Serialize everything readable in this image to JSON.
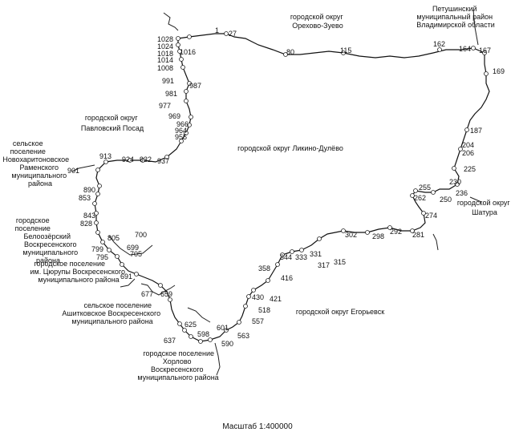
{
  "map": {
    "scale_label": "Масштаб 1:400000",
    "central_region": "городской округ Ликино-Дулёво",
    "regions": [
      {
        "id": "orekhovo",
        "lines": [
          "городской округ",
          "Орехово-Зуево"
        ]
      },
      {
        "id": "petushinsky",
        "lines": [
          "Петушинский",
          "муниципальный район",
          "Владимирской области"
        ]
      },
      {
        "id": "pavlovsky",
        "lines": [
          "городской округ",
          "Павловский Посад"
        ]
      },
      {
        "id": "novokharitonovskoe",
        "lines": [
          "сельское",
          "поселение",
          "Новохаритоновское",
          "Раменского",
          "муниципального",
          "района"
        ]
      },
      {
        "id": "shatura",
        "lines": [
          "городской округ",
          "Шатура"
        ]
      },
      {
        "id": "beloozersky",
        "lines": [
          "городское",
          "поселение",
          "Белоозёрский",
          "Воскресенского",
          "муниципального",
          "района"
        ]
      },
      {
        "id": "tsyurupy",
        "lines": [
          "городское поселение",
          "им. Цюрупы Воскресенского",
          "муниципального района"
        ]
      },
      {
        "id": "egorievsk",
        "lines": [
          "городской округ Егорьевск"
        ]
      },
      {
        "id": "ashitkovskoe",
        "lines": [
          "сельское поселение",
          "Ашитковское Воскресенского",
          "муниципального района"
        ]
      },
      {
        "id": "khorlovo",
        "lines": [
          "городское  поселение",
          "Хорлово",
          "Воскресенского",
          "муниципального района"
        ]
      }
    ],
    "points": [
      "1",
      "27",
      "80",
      "115",
      "162",
      "164",
      "167",
      "169",
      "187",
      "204",
      "206",
      "225",
      "230",
      "236",
      "250",
      "255",
      "262",
      "274",
      "281",
      "292",
      "298",
      "302",
      "315",
      "317",
      "331",
      "333",
      "344",
      "358",
      "416",
      "421",
      "430",
      "518",
      "557",
      "563",
      "590",
      "598",
      "601",
      "625",
      "637",
      "659",
      "677",
      "691",
      "699",
      "700",
      "705",
      "795",
      "799",
      "805",
      "828",
      "843",
      "853",
      "890",
      "901",
      "913",
      "924",
      "932",
      "937",
      "955",
      "964",
      "966",
      "969",
      "977",
      "981",
      "987",
      "991",
      "1008",
      "1014",
      "1016",
      "1018",
      "1024",
      "1028"
    ]
  }
}
